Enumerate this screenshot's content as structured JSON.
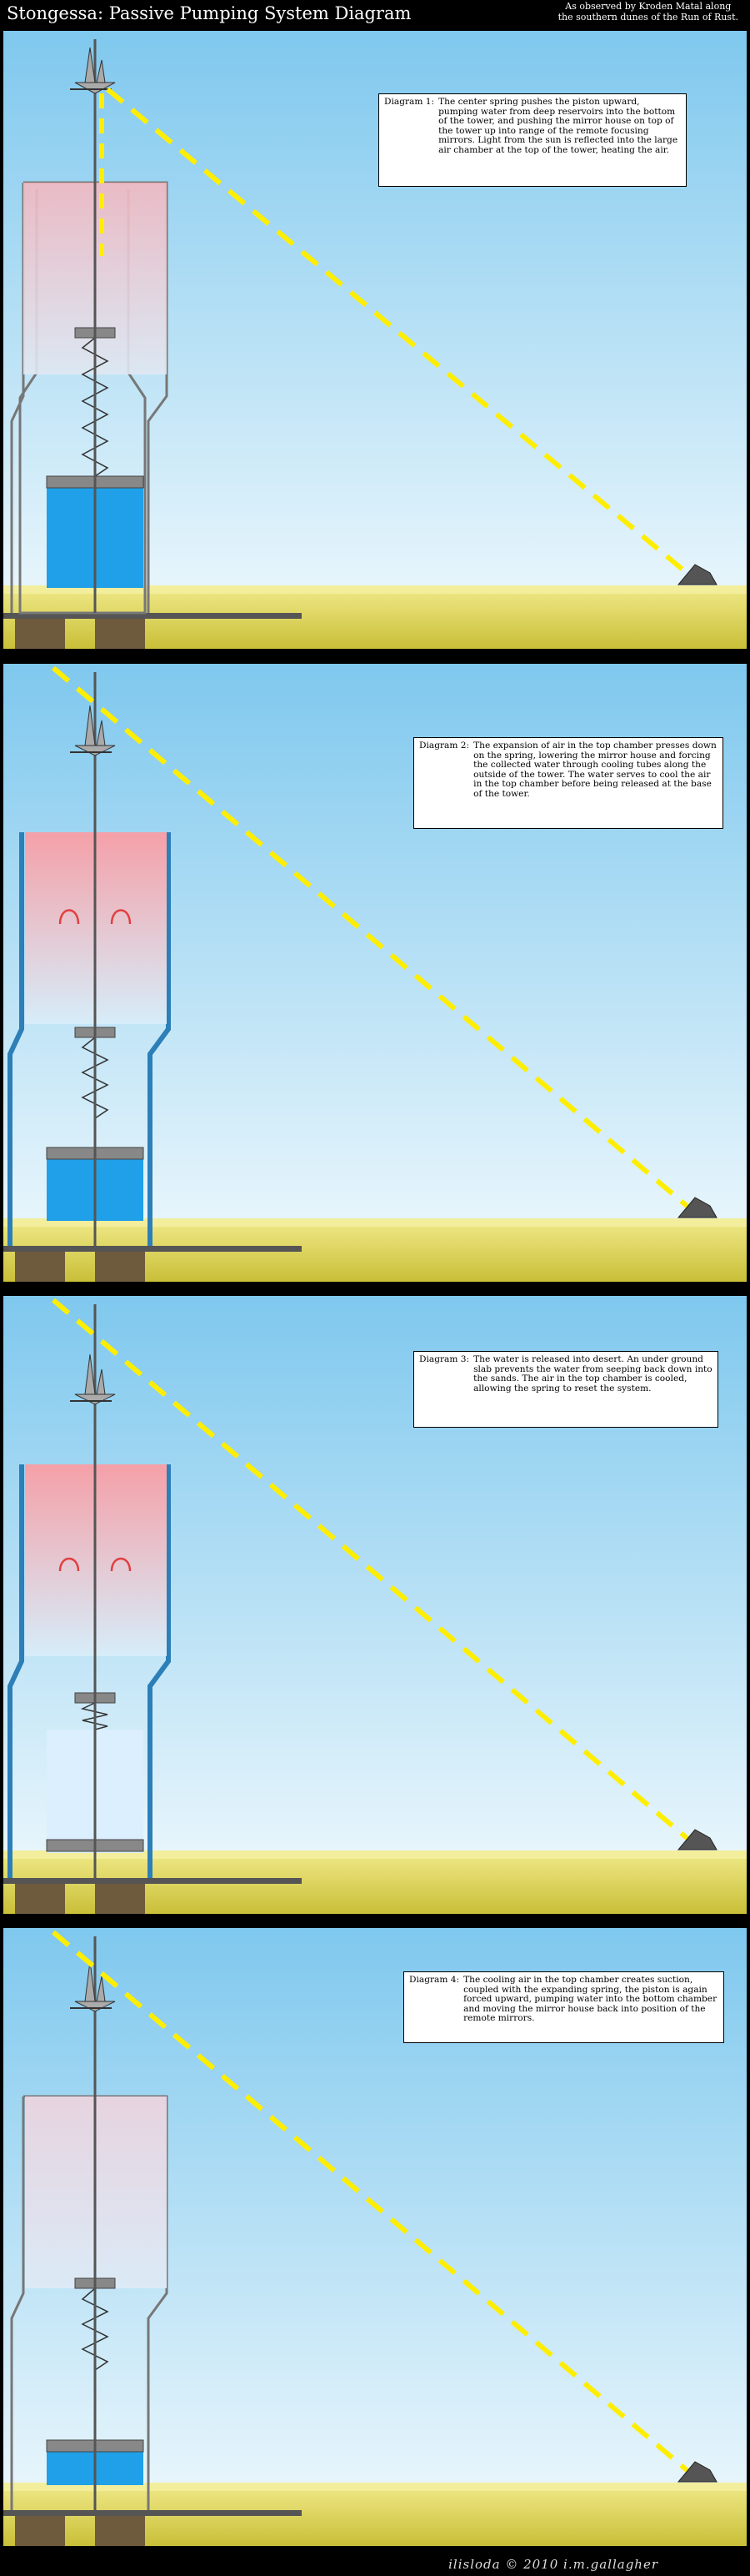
{
  "header": {
    "title": "Stongessa: Passive Pumping System Diagram",
    "byline_line1": "As observed by Kroden Matal along",
    "byline_line2": "the southern dunes of the Run of Rust."
  },
  "panels": [
    {
      "label": "Diagram 1:",
      "text": "The center spring pushes the piston upward, pumping water from deep reservoirs into the bottom of the tower, and pushing the mirror house on top of the tower up into range of the remote focusing mirrors.  Light from the sun is reflected into the large air chamber at the top of the tower, heating the air."
    },
    {
      "label": "Diagram 2:",
      "text": "The expansion of air in the top chamber presses down on the spring, lowering the mirror house and forcing the collected water through cooling tubes along the outside of the tower.  The water serves to cool the air in the top chamber before being released at the base of the tower."
    },
    {
      "label": "Diagram 3:",
      "text": "The water is released into desert.  An under ground slab prevents the water from seeping back down into the sands.  The air in the top chamber is cooled, allowing the spring to reset the system."
    },
    {
      "label": "Diagram 4:",
      "text": "The cooling air in the top chamber creates suction, coupled with the expanding spring, the piston is again forced upward, pumping water into the bottom chamber and moving the mirror house back into position of the remote mirrors."
    }
  ],
  "footer": {
    "credit": "ilisloda © 2010 i.m.gallagher"
  },
  "colors": {
    "sky_top": "#82c9ee",
    "sky_bottom": "#eaf6fc",
    "sand": "#e9e27a",
    "sand_dark": "#cfc63f",
    "water": "#1f9ee6",
    "hot_air": "#f28b94",
    "sun_ray": "#ffff00",
    "tower_line": "#666666",
    "cooling_tube": "#2b7fb6"
  }
}
